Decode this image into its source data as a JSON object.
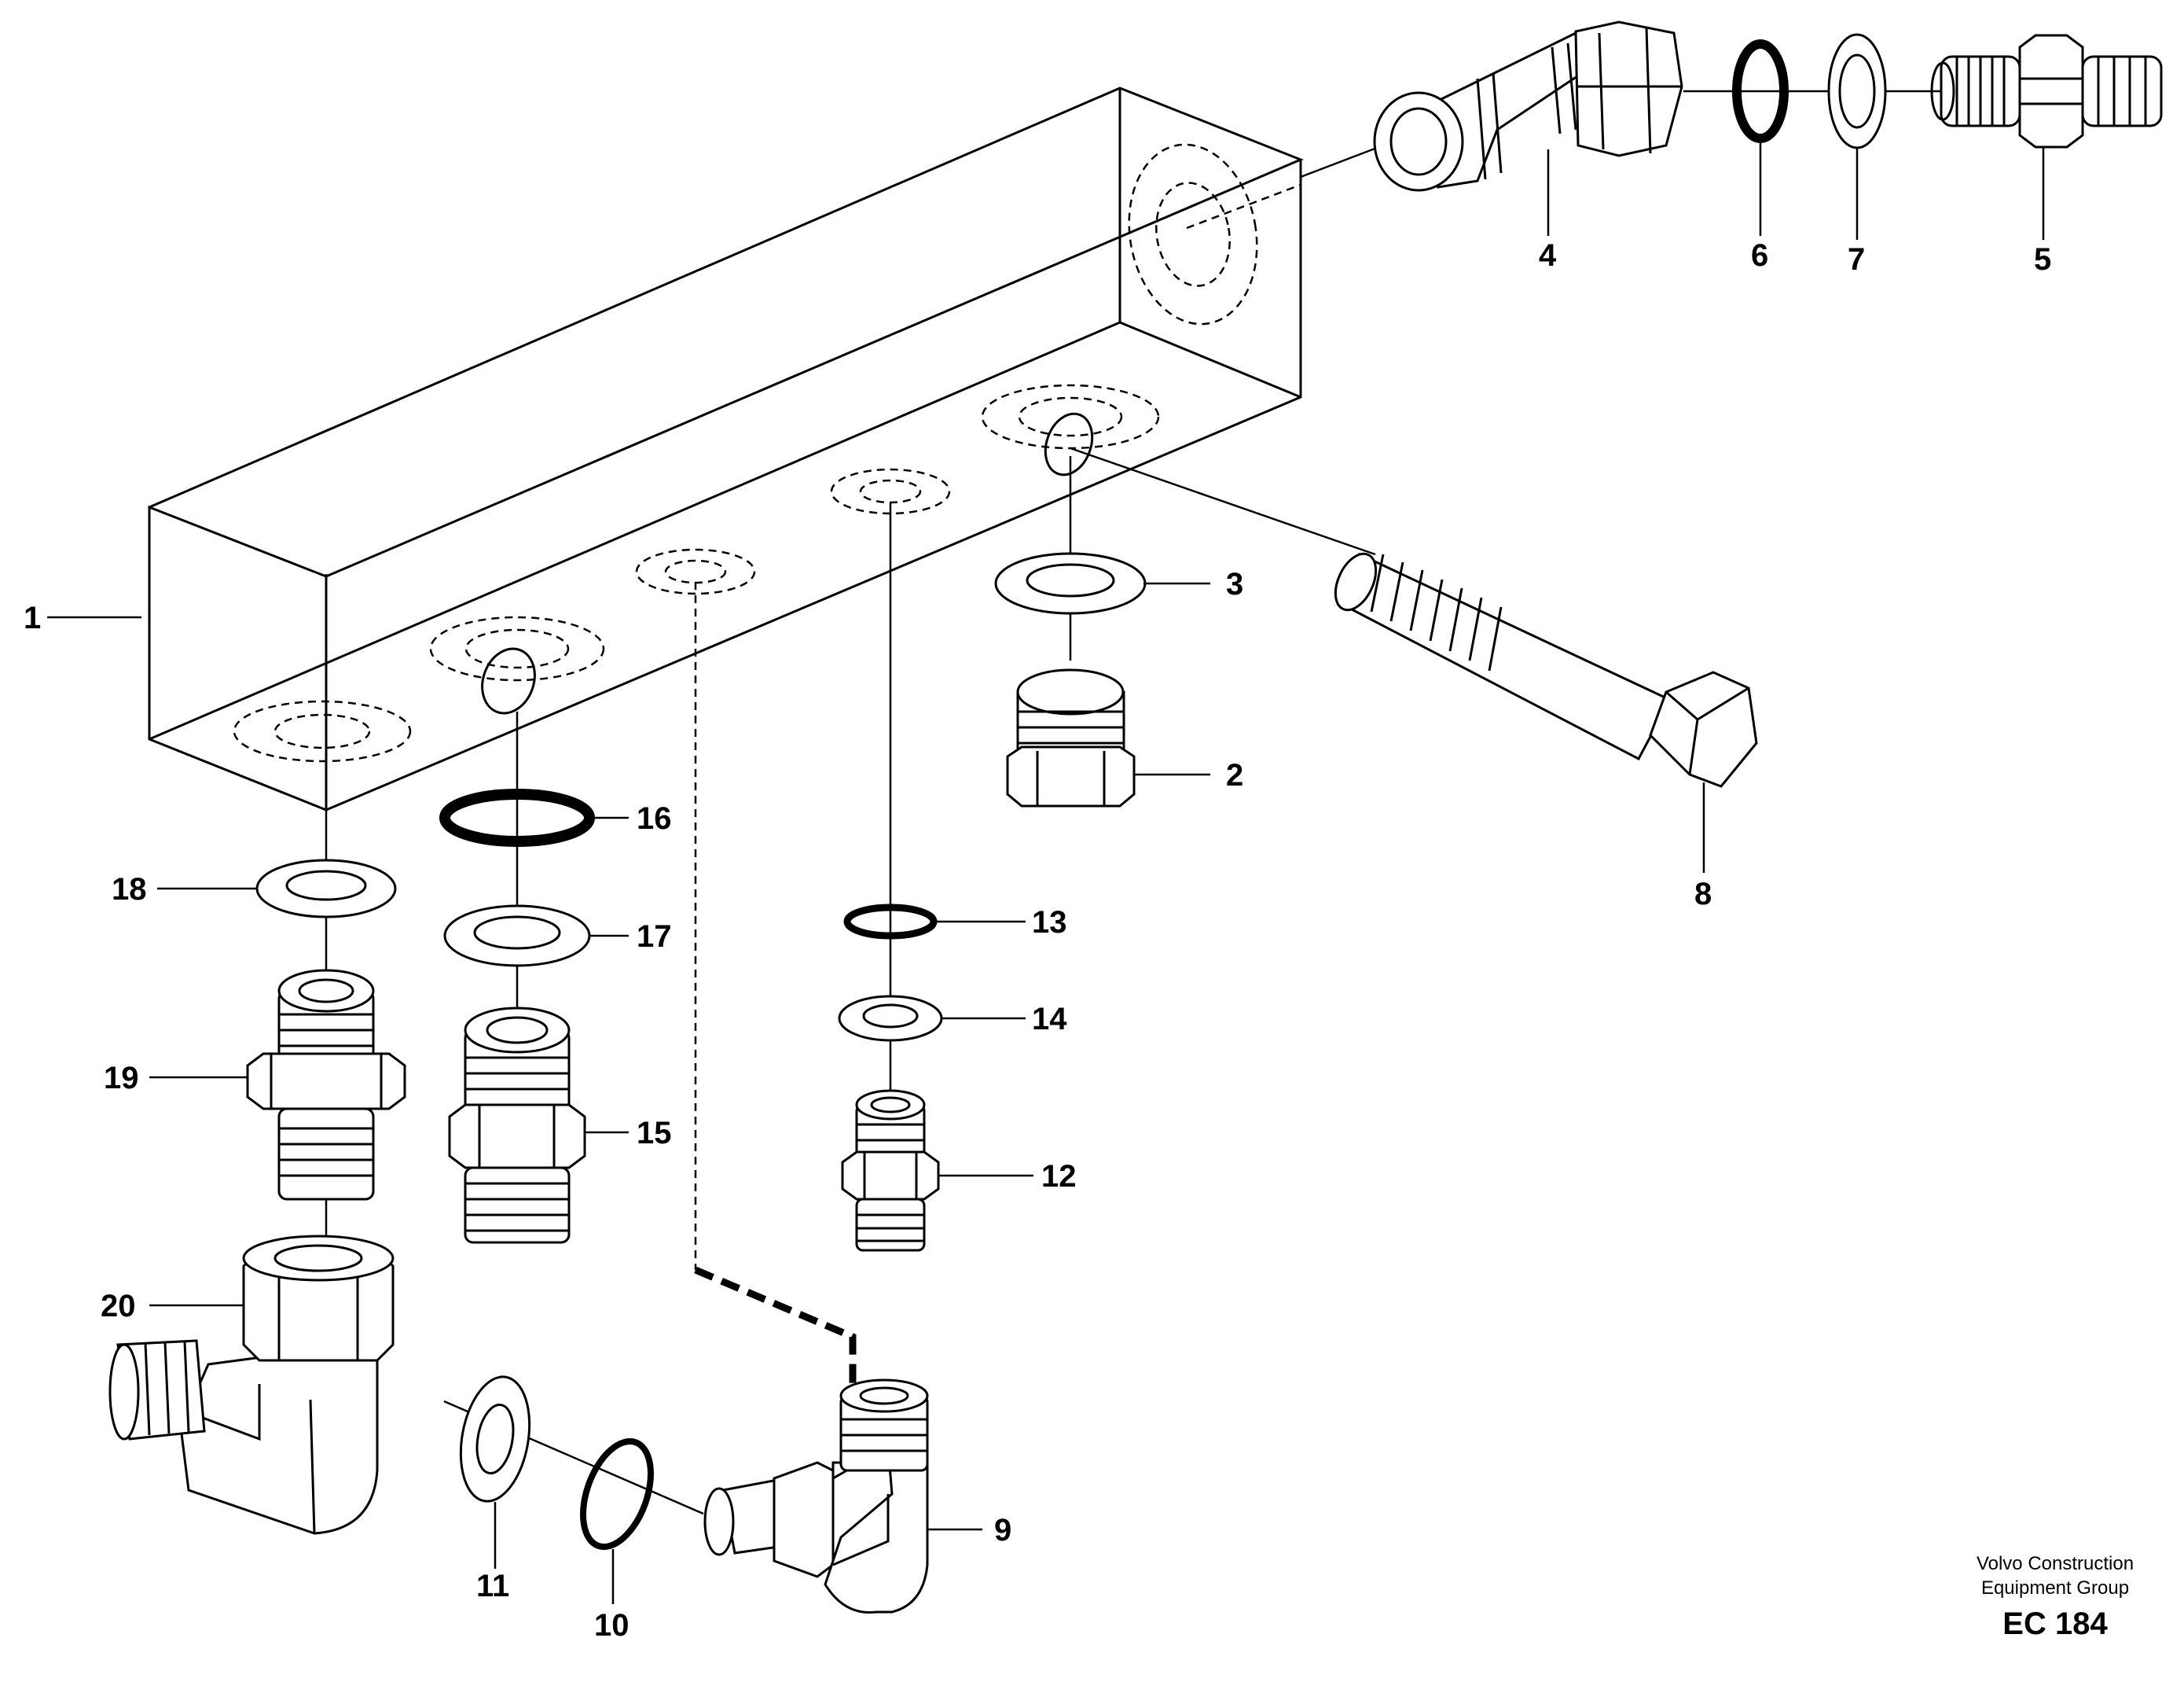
{
  "callouts": [
    "1",
    "2",
    "3",
    "4",
    "5",
    "6",
    "7",
    "8",
    "9",
    "10",
    "11",
    "12",
    "13",
    "14",
    "15",
    "16",
    "17",
    "18",
    "19",
    "20"
  ],
  "footer": {
    "line1": "Volvo Construction",
    "line2": "Equipment Group",
    "code": "EC 184"
  }
}
